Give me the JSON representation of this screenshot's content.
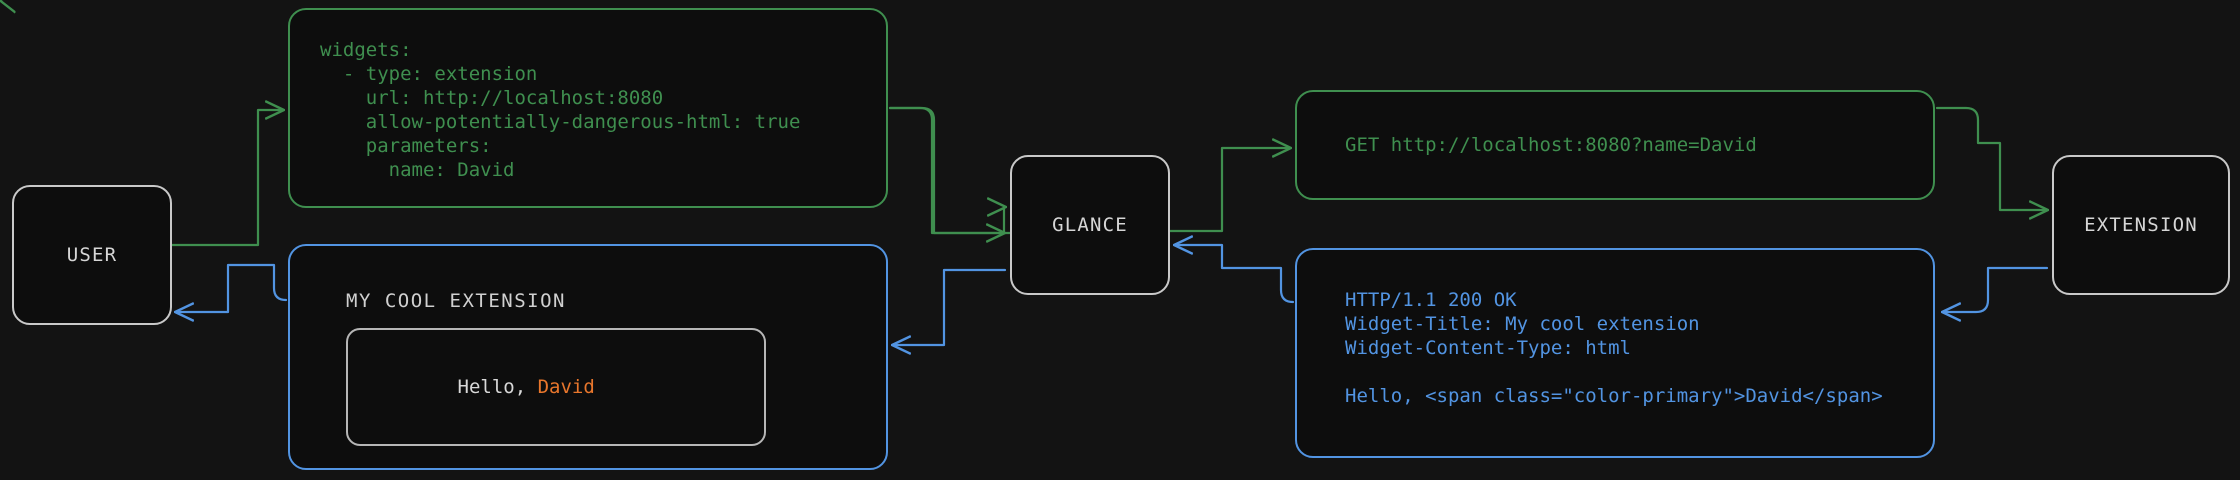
{
  "theme": {
    "background": "#131313",
    "box_fill": "#0d0d0d",
    "node_border": "#c9c9c9",
    "green": "#3f8f4f",
    "blue": "#5294e2",
    "accent_orange": "#e8762c",
    "node_text": "#d6d6d6"
  },
  "nodes": {
    "user": "USER",
    "glance": "GLANCE",
    "extension": "EXTENSION"
  },
  "config_message": {
    "lines": [
      "widgets:",
      "  - type: extension",
      "    url: http://localhost:8080",
      "    allow-potentially-dangerous-html: true",
      "    parameters:",
      "      name: David"
    ],
    "text": "widgets:\n  - type: extension\n    url: http://localhost:8080\n    allow-potentially-dangerous-html: true\n    parameters:\n      name: David"
  },
  "request_message": {
    "method": "GET",
    "url": "http://localhost:8080?name=David",
    "text": "GET http://localhost:8080?name=David"
  },
  "response_message": {
    "lines": [
      "HTTP/1.1 200 OK",
      "Widget-Title: My cool extension",
      "Widget-Content-Type: html",
      "",
      "Hello, <span class=\"color-primary\">David</span>"
    ],
    "text": "HTTP/1.1 200 OK\nWidget-Title: My cool extension\nWidget-Content-Type: html\n\nHello, <span class=\"color-primary\">David</span>"
  },
  "rendered_widget": {
    "title": "MY COOL EXTENSION",
    "greeting_prefix": "Hello, ",
    "greeting_name": "David"
  },
  "edges": [
    {
      "id": "user-to-config",
      "from": "USER",
      "to": "config-message",
      "color": "#3f8f4f",
      "direction": "right"
    },
    {
      "id": "config-to-glance",
      "from": "config-message",
      "to": "GLANCE",
      "color": "#3f8f4f",
      "direction": "right"
    },
    {
      "id": "glance-to-request",
      "from": "GLANCE",
      "to": "request-message",
      "color": "#3f8f4f",
      "direction": "right"
    },
    {
      "id": "request-to-extension",
      "from": "request-message",
      "to": "EXTENSION",
      "color": "#3f8f4f",
      "direction": "right"
    },
    {
      "id": "extension-to-response",
      "from": "EXTENSION",
      "to": "response-message",
      "color": "#5294e2",
      "direction": "left"
    },
    {
      "id": "response-to-glance",
      "from": "response-message",
      "to": "GLANCE",
      "color": "#5294e2",
      "direction": "left"
    },
    {
      "id": "glance-to-widget",
      "from": "GLANCE",
      "to": "rendered-widget",
      "color": "#5294e2",
      "direction": "left"
    },
    {
      "id": "widget-to-user",
      "from": "rendered-widget",
      "to": "USER",
      "color": "#5294e2",
      "direction": "left"
    }
  ]
}
